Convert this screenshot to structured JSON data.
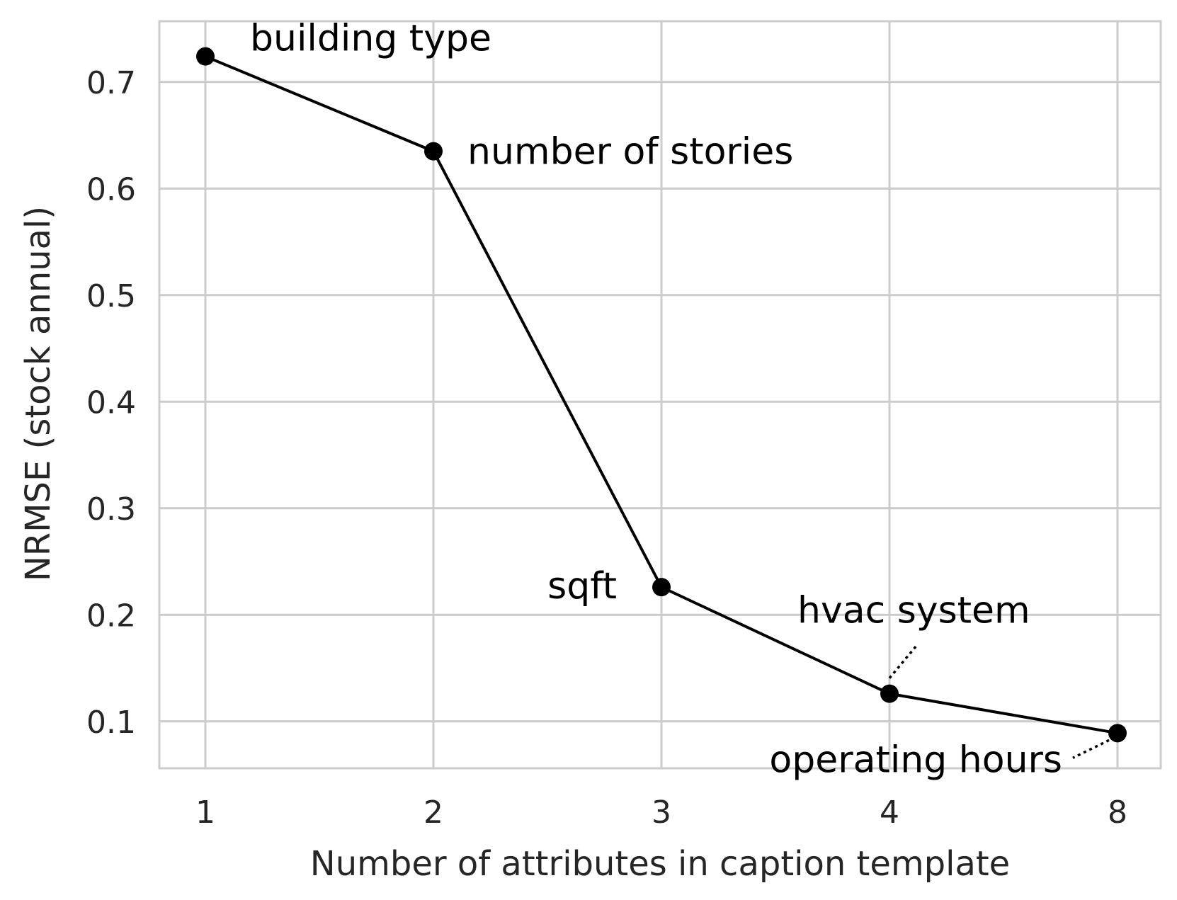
{
  "chart_data": {
    "type": "line",
    "categories": [
      "1",
      "2",
      "3",
      "4",
      "8"
    ],
    "series": [
      {
        "values": [
          0.724,
          0.635,
          0.226,
          0.126,
          0.089
        ]
      }
    ],
    "xlabel": "Number of attributes in caption template",
    "ylabel": "NRMSE (stock annual)",
    "ylim": [
      0.056,
      0.757
    ],
    "yticks": [
      "0.1",
      "0.2",
      "0.3",
      "0.4",
      "0.5",
      "0.6",
      "0.7"
    ],
    "ytick_values": [
      0.1,
      0.2,
      0.3,
      0.4,
      0.5,
      0.6,
      0.7
    ],
    "grid": true,
    "annotations": [
      {
        "text": "building type",
        "point": 0
      },
      {
        "text": "number of stories",
        "point": 1
      },
      {
        "text": "sqft",
        "point": 2
      },
      {
        "text": "hvac system",
        "point": 3
      },
      {
        "text": "operating hours",
        "point": 4
      }
    ],
    "colors": {
      "line": "#000000",
      "marker": "#000000",
      "grid": "#cccccc",
      "text": "#262626"
    }
  }
}
